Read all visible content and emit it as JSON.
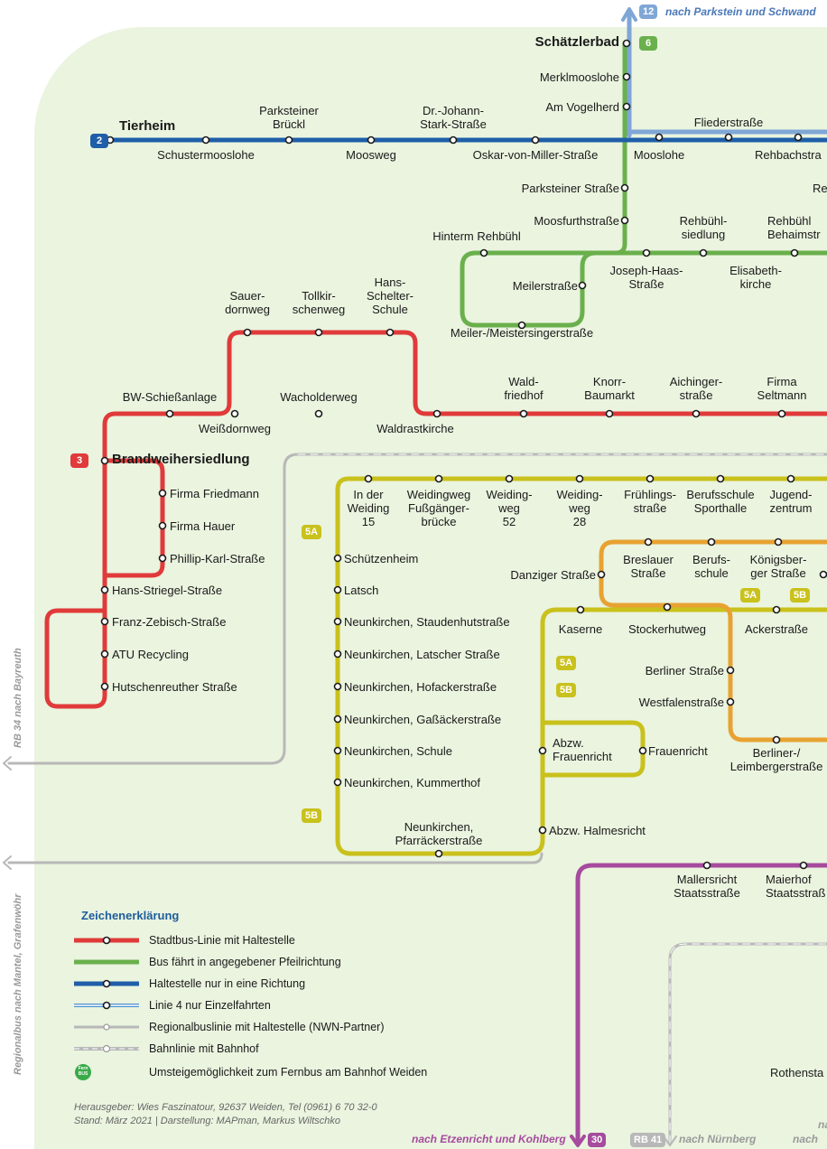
{
  "colors": {
    "line2": "#1f5ea8",
    "line3": "#e03a3a",
    "line6": "#6ab04c",
    "line5": "#c9c11c",
    "line5orange": "#e8a232",
    "line12": "#7fa6d6",
    "line30": "#a64b9e",
    "regional": "#b8b8b8"
  },
  "badges": {
    "l2": "2",
    "l3": "3",
    "l6": "6",
    "l12": "12",
    "l5a": "5A",
    "l5b": "5B",
    "l30": "30",
    "rb34": "RB 34",
    "rb41": "RB 41"
  },
  "line12": {
    "dest": "nach Parkstein und Schwand"
  },
  "line2": {
    "terminus": "Tierheim",
    "stops": {
      "schustermooslohe": "Schustermooslohe",
      "parksteiner_brueckl": "Parksteiner\nBrückl",
      "moosweg": "Moosweg",
      "dr_johann": "Dr.-Johann-\nStark-Straße",
      "oskar": "Oskar-von-Miller-Straße",
      "mooslohe": "Mooslohe",
      "flieder": "Fliederstraße",
      "rehbach": "Rehbachstra"
    }
  },
  "line6": {
    "terminus": "Schätzlerbad",
    "stops": {
      "merkl": "Merklmooslohe",
      "vogelherd": "Am Vogelherd",
      "parksteiner": "Parksteiner Straße",
      "re": "Re",
      "moosfurth": "Moosfurthstraße",
      "hinterm": "Hinterm Rehbühl",
      "rehbuehl_siedlung": "Rehbühl-\nsiedlung",
      "rehbuehl_behaim": "Rehbühl\nBehaimstr",
      "meiler": "Meilerstraße",
      "joseph": "Joseph-Haas-\nStraße",
      "elisabeth": "Elisabeth-\nkirche",
      "meister": "Meiler-/Meistersingerstraße"
    }
  },
  "line3": {
    "terminus": "Brandweihersiedlung",
    "stops": {
      "sauerdorn": "Sauer-\ndornweg",
      "tollkirsch": "Tollkir-\nschenweg",
      "hans_schelter": "Hans-\nSchelter-\nSchule",
      "bw": "BW-Schießanlage",
      "wacholder": "Wacholderweg",
      "weissdorn": "Weißdornweg",
      "waldrast": "Waldrastkirche",
      "waldfriedhof": "Wald-\nfriedhof",
      "knorr": "Knorr-\nBaumarkt",
      "aichinger": "Aichinger-\nstraße",
      "seltmann": "Firma\nSeltmann",
      "friedmann": "Firma Friedmann",
      "hauer": "Firma Hauer",
      "phillip": "Phillip-Karl-Straße",
      "striegel": "Hans-Striegel-Straße",
      "zebisch": "Franz-Zebisch-Straße",
      "atu": "ATU Recycling",
      "hutschen": "Hutschenreuther Straße"
    }
  },
  "line5": {
    "stops": {
      "inder": "In der\nWeiding\n15",
      "fussgaenger": "Weidingweg\nFußgänger-\nbrücke",
      "w52": "Weiding-\nweg\n52",
      "w28": "Weiding-\nweg\n28",
      "fruehling": "Frühlings-\nstraße",
      "berufsschule_sport": "Berufsschule\nSporthalle",
      "jugend": "Jugend-\nzentrum",
      "schuetzen": "Schützenheim",
      "latsch": "Latsch",
      "staudenhut": "Neunkirchen, Staudenhutstraße",
      "latscher": "Neunkirchen, Latscher Straße",
      "hofacker": "Neunkirchen, Hofackerstraße",
      "gassaecker": "Neunkirchen, Gaßäckerstraße",
      "schule": "Neunkirchen, Schule",
      "kummerthof": "Neunkirchen, Kummerthof",
      "pfarracker": "Neunkirchen,\nPfarräckerstraße",
      "danziger": "Danziger Straße",
      "breslauer": "Breslauer\nStraße",
      "berufsschule": "Berufs-\nschule",
      "koenigsberger": "Königsber-\nger Straße",
      "kaserne": "Kaserne",
      "stockerhut": "Stockerhutweg",
      "acker": "Ackerstraße",
      "berliner": "Berliner Straße",
      "westfalen": "Westfalenstraße",
      "abzw_frauen": "Abzw.\nFrauenricht",
      "frauenricht": "Frauenricht",
      "leimberger": "Berliner-/\nLeimbergerstraße",
      "halmesricht": "Abzw. Halmesricht"
    }
  },
  "line30": {
    "stops": {
      "mallersricht": "Mallersricht\nStaatsstraße",
      "maierhof": "Maierhof\nStaatsstraß",
      "rothen": "Rothensta"
    },
    "dest": "nach Etzenricht und Kohlberg"
  },
  "regional": {
    "bayreuth": "nach Bayreuth",
    "mantel": "Regionalbus nach Mantel, Grafenwöhr",
    "nuernberg": "nach Nürnberg",
    "na1": "na",
    "na2": "nach"
  },
  "legend": {
    "title": "Zeichenerklärung",
    "rows": [
      "Stadtbus-Linie mit Haltestelle",
      "Bus fährt in angegebener Pfeilrichtung",
      "Haltestelle nur in eine Richtung",
      "Linie 4 nur Einzelfahrten",
      "Regionalbuslinie mit Haltestelle (NWN-Partner)",
      "Bahnlinie mit Bahnhof",
      "Umsteigemöglichkeit zum Fernbus am Bahnhof Weiden"
    ],
    "fern": "Fern\nBUS"
  },
  "footer": {
    "l1": "Herausgeber: Wies Faszinatour, 92637 Weiden, Tel (0961) 6 70 32-0",
    "l2": "Stand: März 2021 | Darstellung: MAPman, Markus Wiltschko"
  }
}
